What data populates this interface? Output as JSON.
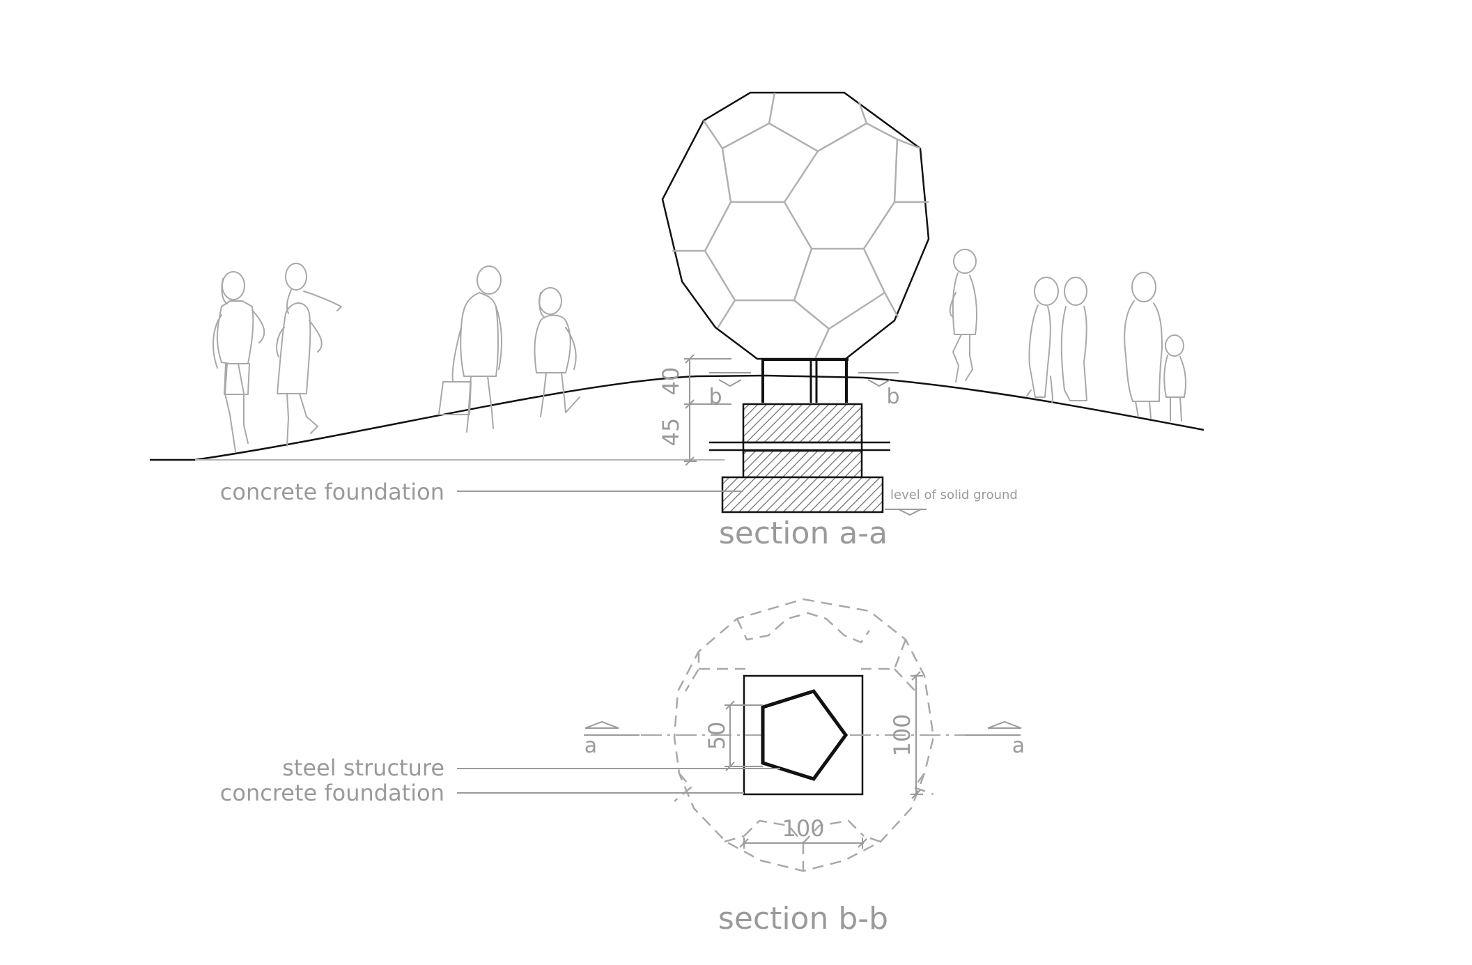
{
  "section_a": {
    "title": "section a-a",
    "label_foundation": "concrete foundation",
    "label_ground": "level of solid ground",
    "dim_upper": "40",
    "dim_lower": "45",
    "cut_mark_left": "b",
    "cut_mark_right": "b"
  },
  "section_b": {
    "title": "section b-b",
    "label_steel": "steel structure",
    "label_foundation": "concrete foundation",
    "dim_steel": "50",
    "dim_width": "100",
    "dim_height": "100",
    "cut_mark_left": "a",
    "cut_mark_right": "a"
  },
  "colors": {
    "ink": "#111111",
    "grey_text": "#9a9a9a",
    "grey_line": "#a8a8a8"
  }
}
